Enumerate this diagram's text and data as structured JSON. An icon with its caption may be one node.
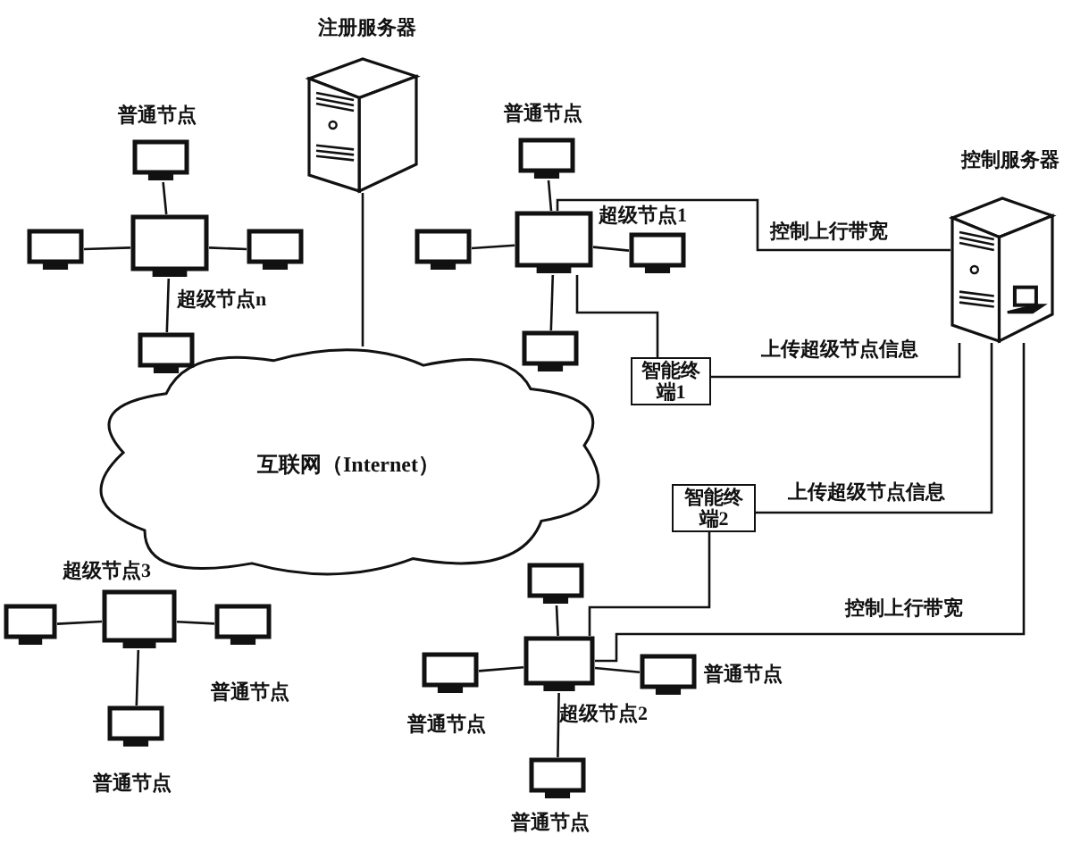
{
  "diagram": {
    "nodes": [
      {
        "text": [
          "互联网（Internet）"
        ]
      },
      {
        "text": [
          "注册服务器"
        ]
      },
      {
        "text": [
          "控制服务器"
        ]
      },
      {
        "text": [
          "超级节点n"
        ]
      },
      {
        "text": [
          "普通节点"
        ]
      },
      {
        "text": [],
        "shape": "monitor"
      },
      {
        "text": [],
        "shape": "monitor"
      },
      {
        "text": [],
        "shape": "monitor"
      },
      {
        "text": [
          "超级节点1"
        ]
      },
      {
        "text": [
          "普通节点"
        ]
      },
      {
        "text": [],
        "shape": "monitor"
      },
      {
        "text": [],
        "shape": "monitor"
      },
      {
        "text": [],
        "shape": "monitor"
      },
      {
        "text": [
          "智能终端1"
        ]
      },
      {
        "text": [
          "智能终端2"
        ]
      },
      {
        "text": [
          "超级节点3"
        ]
      },
      {
        "text": [],
        "shape": "monitor"
      },
      {
        "text": [
          "普通节点"
        ]
      },
      {
        "text": [
          "普通节点"
        ]
      },
      {
        "text": [
          "超级节点2"
        ]
      },
      {
        "text": [],
        "shape": "monitor"
      },
      {
        "text": [
          "普通节点"
        ]
      },
      {
        "text": [
          "普通节点"
        ]
      },
      {
        "text": [
          "普通节点"
        ]
      }
    ],
    "edges": [
      {
        "from": 1,
        "to": 0,
        "arrow": "none"
      },
      {
        "from": 3,
        "to": 4,
        "arrow": "none"
      },
      {
        "from": 3,
        "to": 5,
        "arrow": "none"
      },
      {
        "from": 3,
        "to": 6,
        "arrow": "none"
      },
      {
        "from": 3,
        "to": 7,
        "arrow": "none"
      },
      {
        "from": 8,
        "to": 9,
        "arrow": "none"
      },
      {
        "from": 8,
        "to": 10,
        "arrow": "none"
      },
      {
        "from": 8,
        "to": 11,
        "arrow": "none"
      },
      {
        "from": 8,
        "to": 12,
        "arrow": "none"
      },
      {
        "from": 8,
        "to": 13,
        "arrow": "none"
      },
      {
        "from": 8,
        "to": 2,
        "arrow": "none",
        "label": "控制上行带宽"
      },
      {
        "from": 13,
        "to": 2,
        "arrow": "none",
        "label": "上传超级节点信息"
      },
      {
        "from": 14,
        "to": 2,
        "arrow": "none",
        "label": "上传超级节点信息"
      },
      {
        "from": 19,
        "to": 14,
        "arrow": "none"
      },
      {
        "from": 19,
        "to": 2,
        "arrow": "none",
        "label": "控制上行带宽"
      },
      {
        "from": 15,
        "to": 16,
        "arrow": "none"
      },
      {
        "from": 15,
        "to": 17,
        "arrow": "none"
      },
      {
        "from": 15,
        "to": 18,
        "arrow": "none"
      },
      {
        "from": 19,
        "to": 20,
        "arrow": "none"
      },
      {
        "from": 19,
        "to": 21,
        "arrow": "none"
      },
      {
        "from": 19,
        "to": 22,
        "arrow": "none"
      },
      {
        "from": 19,
        "to": 23,
        "arrow": "none"
      }
    ]
  }
}
